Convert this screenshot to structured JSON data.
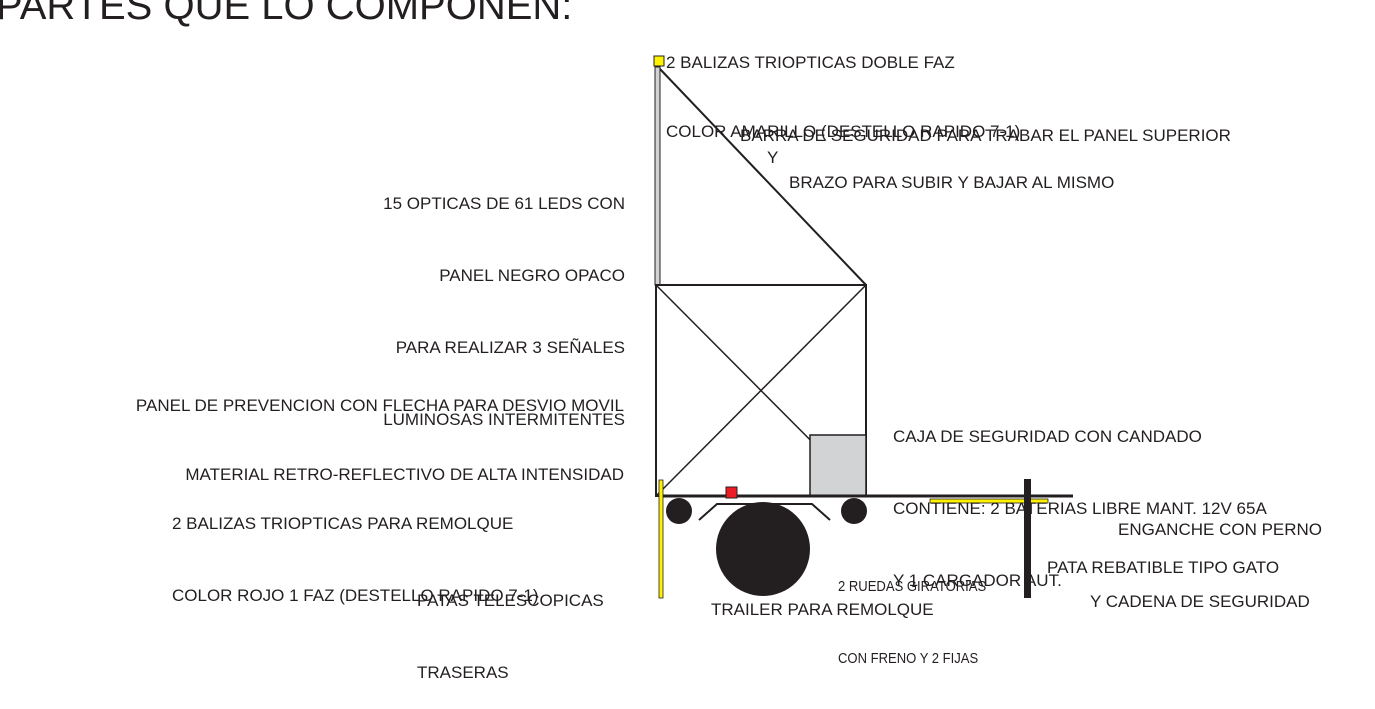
{
  "title": "PARTES QUE LO COMPONEN:",
  "labels": {
    "balizas_superiores": [
      "2 BALIZAS TRIOPTICAS DOBLE FAZ",
      "COLOR AMARILLO (DESTELLO RAPIDO 7-1)"
    ],
    "opticas": [
      "15 OPTICAS DE 61 LEDS CON",
      "PANEL NEGRO OPACO",
      "PARA REALIZAR 3 SEÑALES",
      "LUMINOSAS INTERMITENTES"
    ],
    "barra": [
      "BARRA DE SEGURIDAD PARA TRABAR EL PANEL SUPERIOR",
      "Y",
      "BRAZO PARA SUBIR Y BAJAR AL MISMO"
    ],
    "panel": [
      "PANEL DE PREVENCION CON FLECHA PARA DESVIO MOVIL",
      "MATERIAL RETRO-REFLECTIVO DE ALTA INTENSIDAD"
    ],
    "caja": [
      "CAJA DE SEGURIDAD CON CANDADO",
      "CONTIENE: 2 BATERIAS LIBRE MANT. 12V 65A",
      "Y 1 CARGADOR AUT."
    ],
    "balizas_remolque": [
      "2 BALIZAS TRIOPTICAS PARA REMOLQUE",
      "COLOR ROJO 1 FAZ (DESTELLO RAPIDO 7-1)"
    ],
    "enganche": [
      "ENGANCHE CON PERNO",
      "Y CADENA DE SEGURIDAD"
    ],
    "patas_telescopicas": [
      "PATAS TELESCOPICAS",
      "TRASERAS"
    ],
    "ruedas": [
      "2 RUEDAS GIRATORIAS",
      "CON FRENO Y 2 FIJAS"
    ],
    "pata_rebatible": "PATA REBATIBLE TIPO GATO",
    "trailer": "TRAILER PARA REMOLQUE"
  },
  "colors": {
    "ink": "#231f20",
    "amber_beacon": "#fff200",
    "red_beacon": "#ed1c24",
    "yellow_bar": "#fff200",
    "box_fill": "#d1d3d4",
    "pole_fill": "#d1d3d4"
  }
}
